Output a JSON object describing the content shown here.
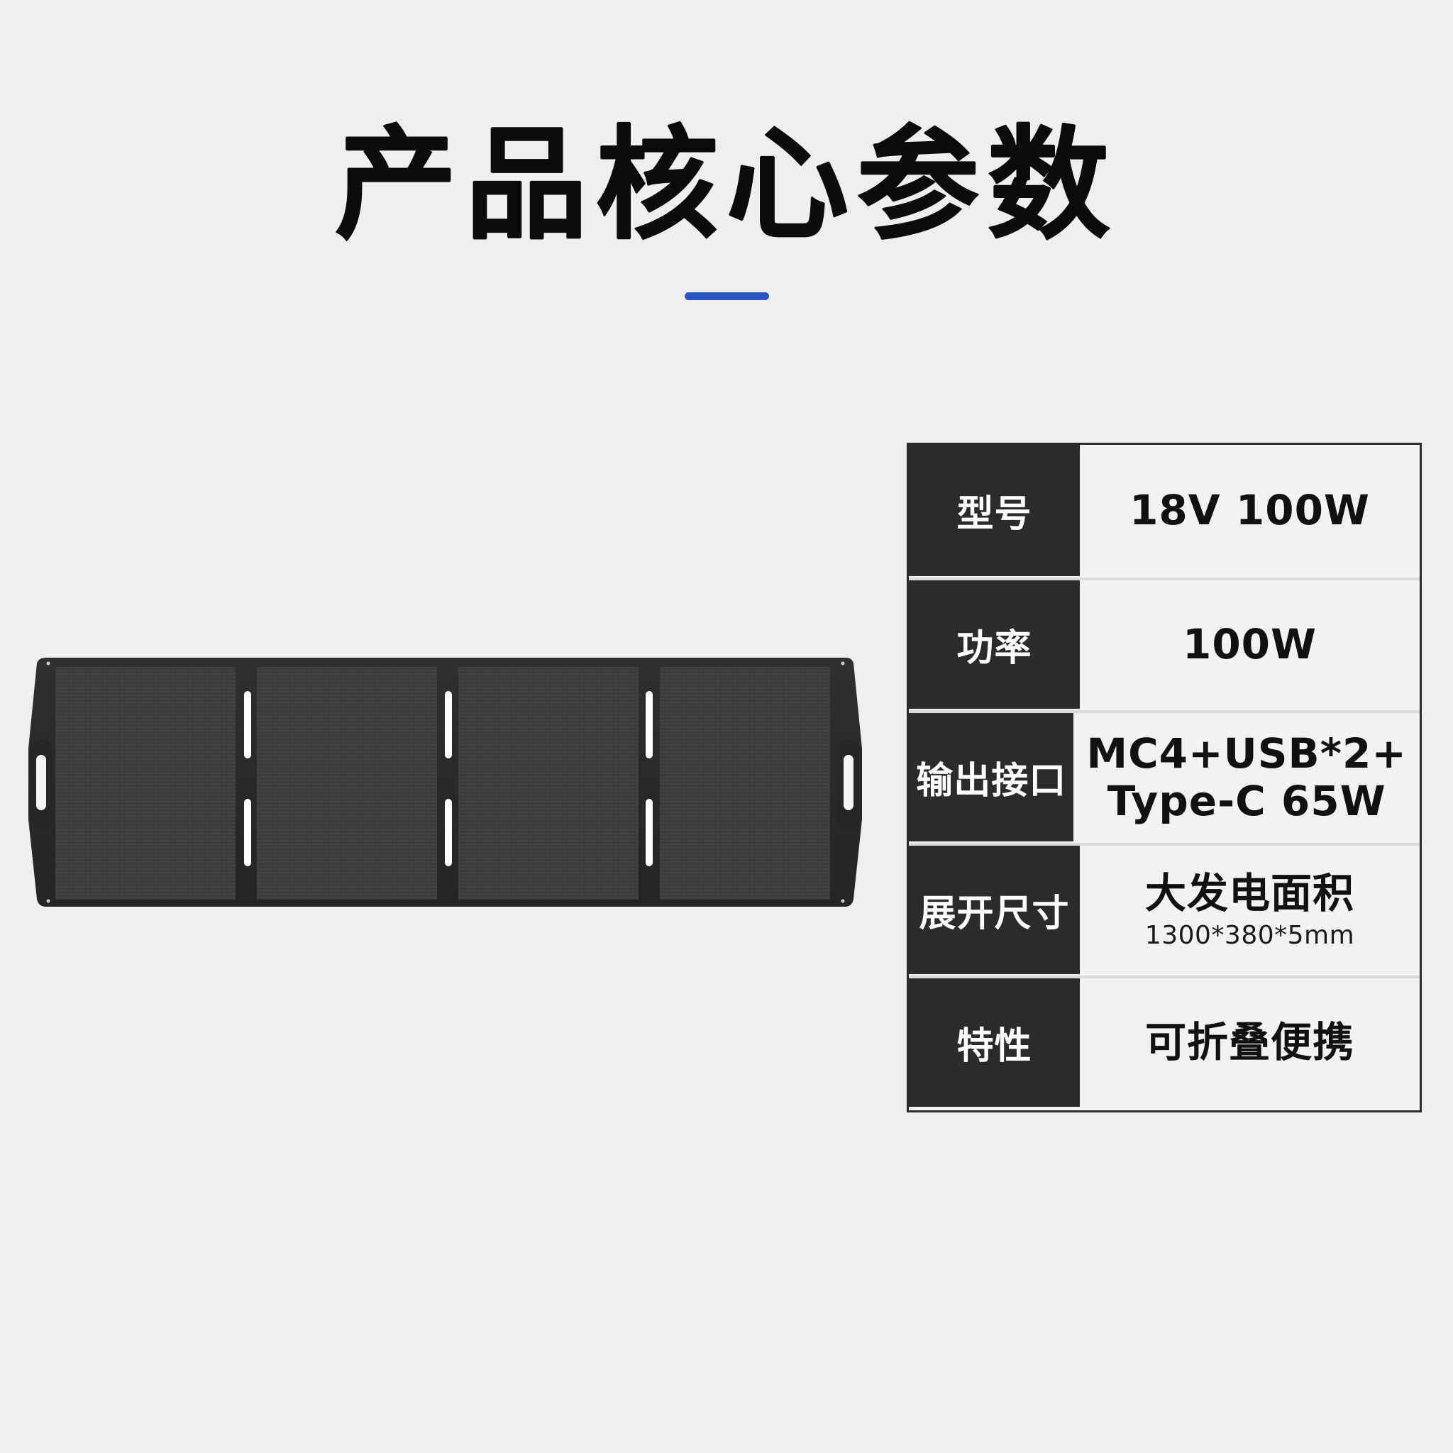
{
  "page": {
    "title": "产品核心参数",
    "accent_color": "#2a53c4"
  },
  "specs": {
    "rows": [
      {
        "label": "型号",
        "value_lines": [
          "18V 100W"
        ],
        "sub_value": ""
      },
      {
        "label": "功率",
        "value_lines": [
          "100W"
        ],
        "sub_value": ""
      },
      {
        "label": "输出接口",
        "value_lines": [
          "MC4+USB*2+",
          "Type-C 65W"
        ],
        "sub_value": ""
      },
      {
        "label": "展开尺寸",
        "value_lines": [
          "大发电面积"
        ],
        "sub_value": "1300*380*5mm"
      },
      {
        "label": "特性",
        "value_lines": [
          "可折叠便携"
        ],
        "sub_value": ""
      }
    ]
  },
  "product_image": {
    "type": "foldable-solar-panel",
    "panel_count": 4,
    "color": "#2a2a2a"
  }
}
